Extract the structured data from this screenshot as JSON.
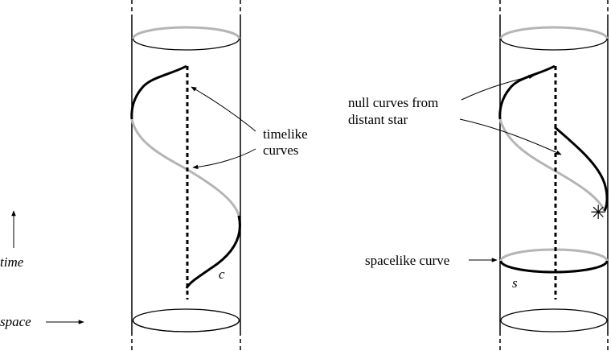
{
  "left_panel": {
    "annotation_line1": "timelike",
    "annotation_line2": "curves",
    "curve_label": "c"
  },
  "right_panel": {
    "annotation_line1": "null curves from",
    "annotation_line2": "distant star",
    "star_symbol": "✳",
    "spacelike_label": "spacelike curve",
    "spacelike_curve_label": "s"
  },
  "axes_legend": {
    "time_label": "time",
    "space_label": "space"
  },
  "colors": {
    "ink": "#000000",
    "grey_curve": "#b5b5b5"
  }
}
